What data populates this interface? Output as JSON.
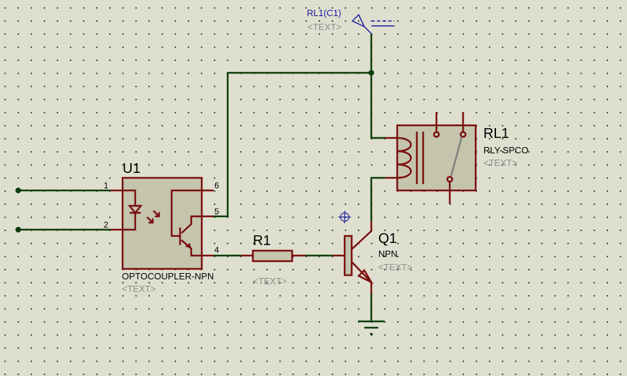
{
  "colors": {
    "background": "#dfdfd0",
    "wire": "#0b3d0b",
    "component": "#7a0f0f",
    "body_fill": "#c5c5ad",
    "switch": "#808080",
    "terminal_label": "#1c1ca0",
    "placeholder_text": "#8c8c8c"
  },
  "components": {
    "u1": {
      "ref": "U1",
      "value": "OPTOCOUPLER-NPN",
      "text": "<TEXT>",
      "pins": [
        "1",
        "2",
        "6",
        "5",
        "4"
      ]
    },
    "r1": {
      "ref": "R1",
      "text": "<TEXT>"
    },
    "q1": {
      "ref": "Q1",
      "value": "NPN",
      "text": "<TEXT>"
    },
    "rl1": {
      "ref": "RL1",
      "value": "RLY-SPCO",
      "text": "<TEXT>"
    }
  },
  "terminal": {
    "label": "RL1(C1)",
    "text": "<TEXT>"
  },
  "icons": [
    "origin-marker-icon",
    "ground-icon",
    "power-terminal-icon"
  ]
}
